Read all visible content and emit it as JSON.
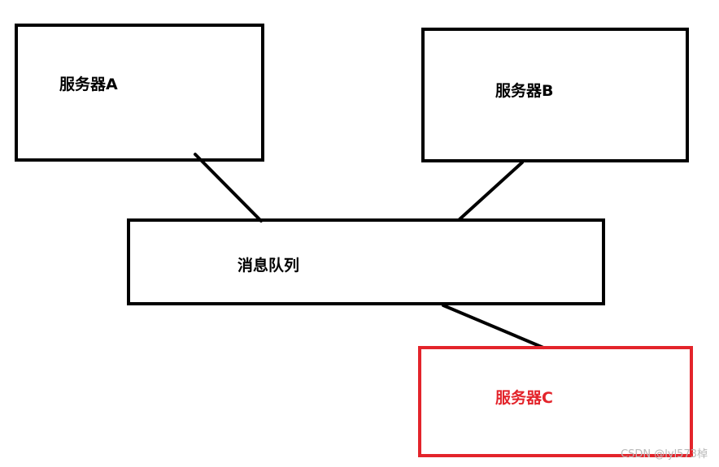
{
  "diagram": {
    "nodes": {
      "server_a": {
        "label": "服务器A"
      },
      "server_b": {
        "label": "服务器B"
      },
      "queue": {
        "label": "消息队列"
      },
      "server_c": {
        "label": "服务器C"
      }
    },
    "edges": [
      {
        "from": "server_a",
        "to": "queue"
      },
      {
        "from": "server_b",
        "to": "queue"
      },
      {
        "from": "queue",
        "to": "server_c"
      }
    ]
  },
  "colors": {
    "stroke": "#000000",
    "text": "#000000",
    "highlight": "#e3242b",
    "watermark": "#b9b9b9"
  },
  "watermark": "CSDN @lyl573棹"
}
